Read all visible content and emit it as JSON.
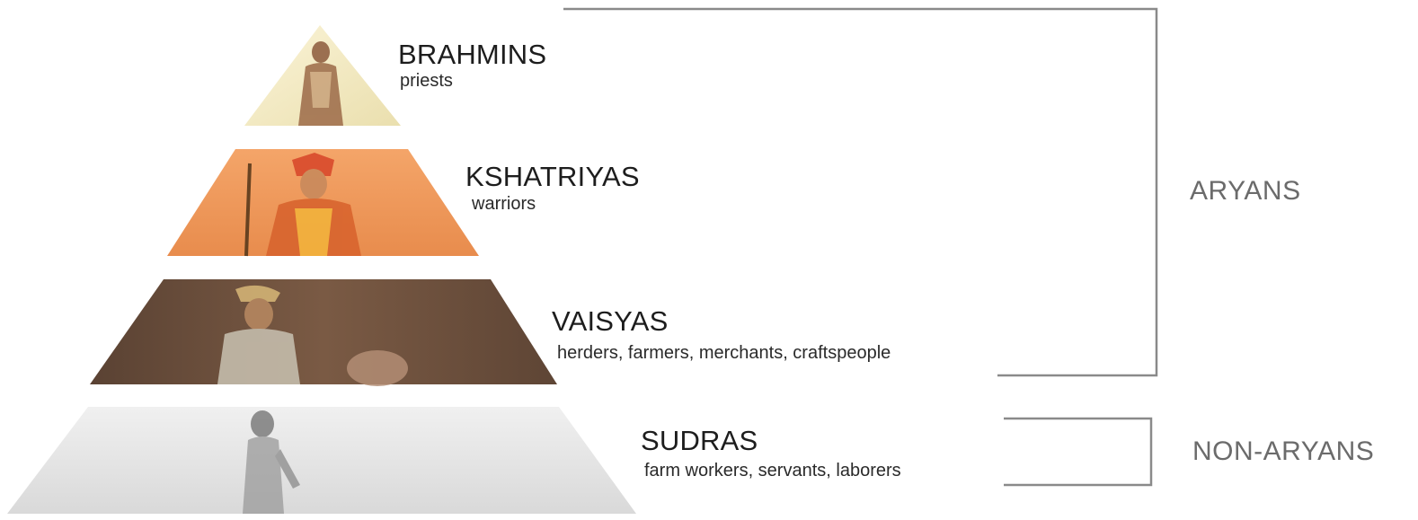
{
  "tiers": [
    {
      "title": "BRAHMINS",
      "subtitle": "priests",
      "color": "#f5ecc6"
    },
    {
      "title": "KSHATRIYAS",
      "subtitle": "warriors",
      "color": "#ee9a5e"
    },
    {
      "title": "VAISYAS",
      "subtitle": "herders, farmers, merchants, craftspeople",
      "color": "#6a4f3d"
    },
    {
      "title": "SUDRAS",
      "subtitle": "farm workers, servants, laborers",
      "color": "#e2e2e2"
    }
  ],
  "groups": {
    "aryans": {
      "label": "ARYANS"
    },
    "non_aryans": {
      "label": "NON-ARYANS"
    }
  },
  "colors": {
    "bracket": "#8a8a8a",
    "text": "#1d1d1d",
    "group_text": "#6b6b6b"
  }
}
